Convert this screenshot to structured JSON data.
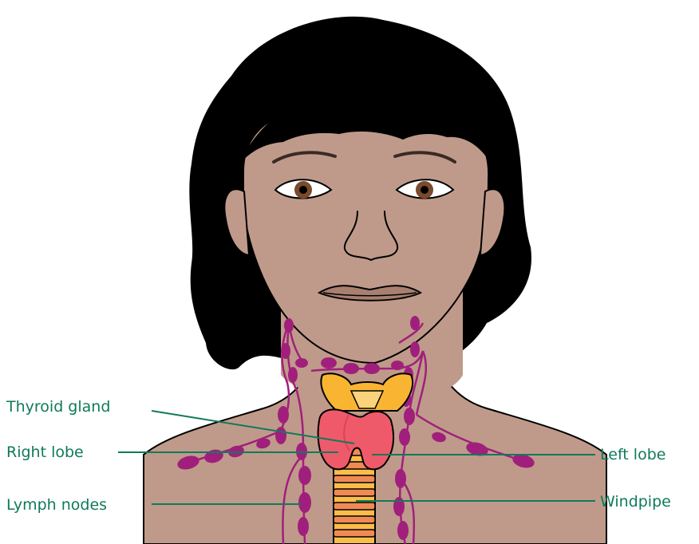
{
  "labels": {
    "thyroid_gland": "Thyroid gland",
    "right_lobe": "Right lobe",
    "lymph_nodes": "Lymph nodes",
    "left_lobe": "Left lobe",
    "windpipe": "Windpipe"
  },
  "colors": {
    "skin": "#bf9a8a",
    "hair": "#000000",
    "lymph": "#a11f7c",
    "thyroid": "#ef5a6a",
    "larynx": "#f9b532",
    "windpipe": "#fbbd49",
    "windpipe_rings": "#f08a55",
    "label_text": "#0f7a5a",
    "leader_line": "#0f7a5a"
  }
}
